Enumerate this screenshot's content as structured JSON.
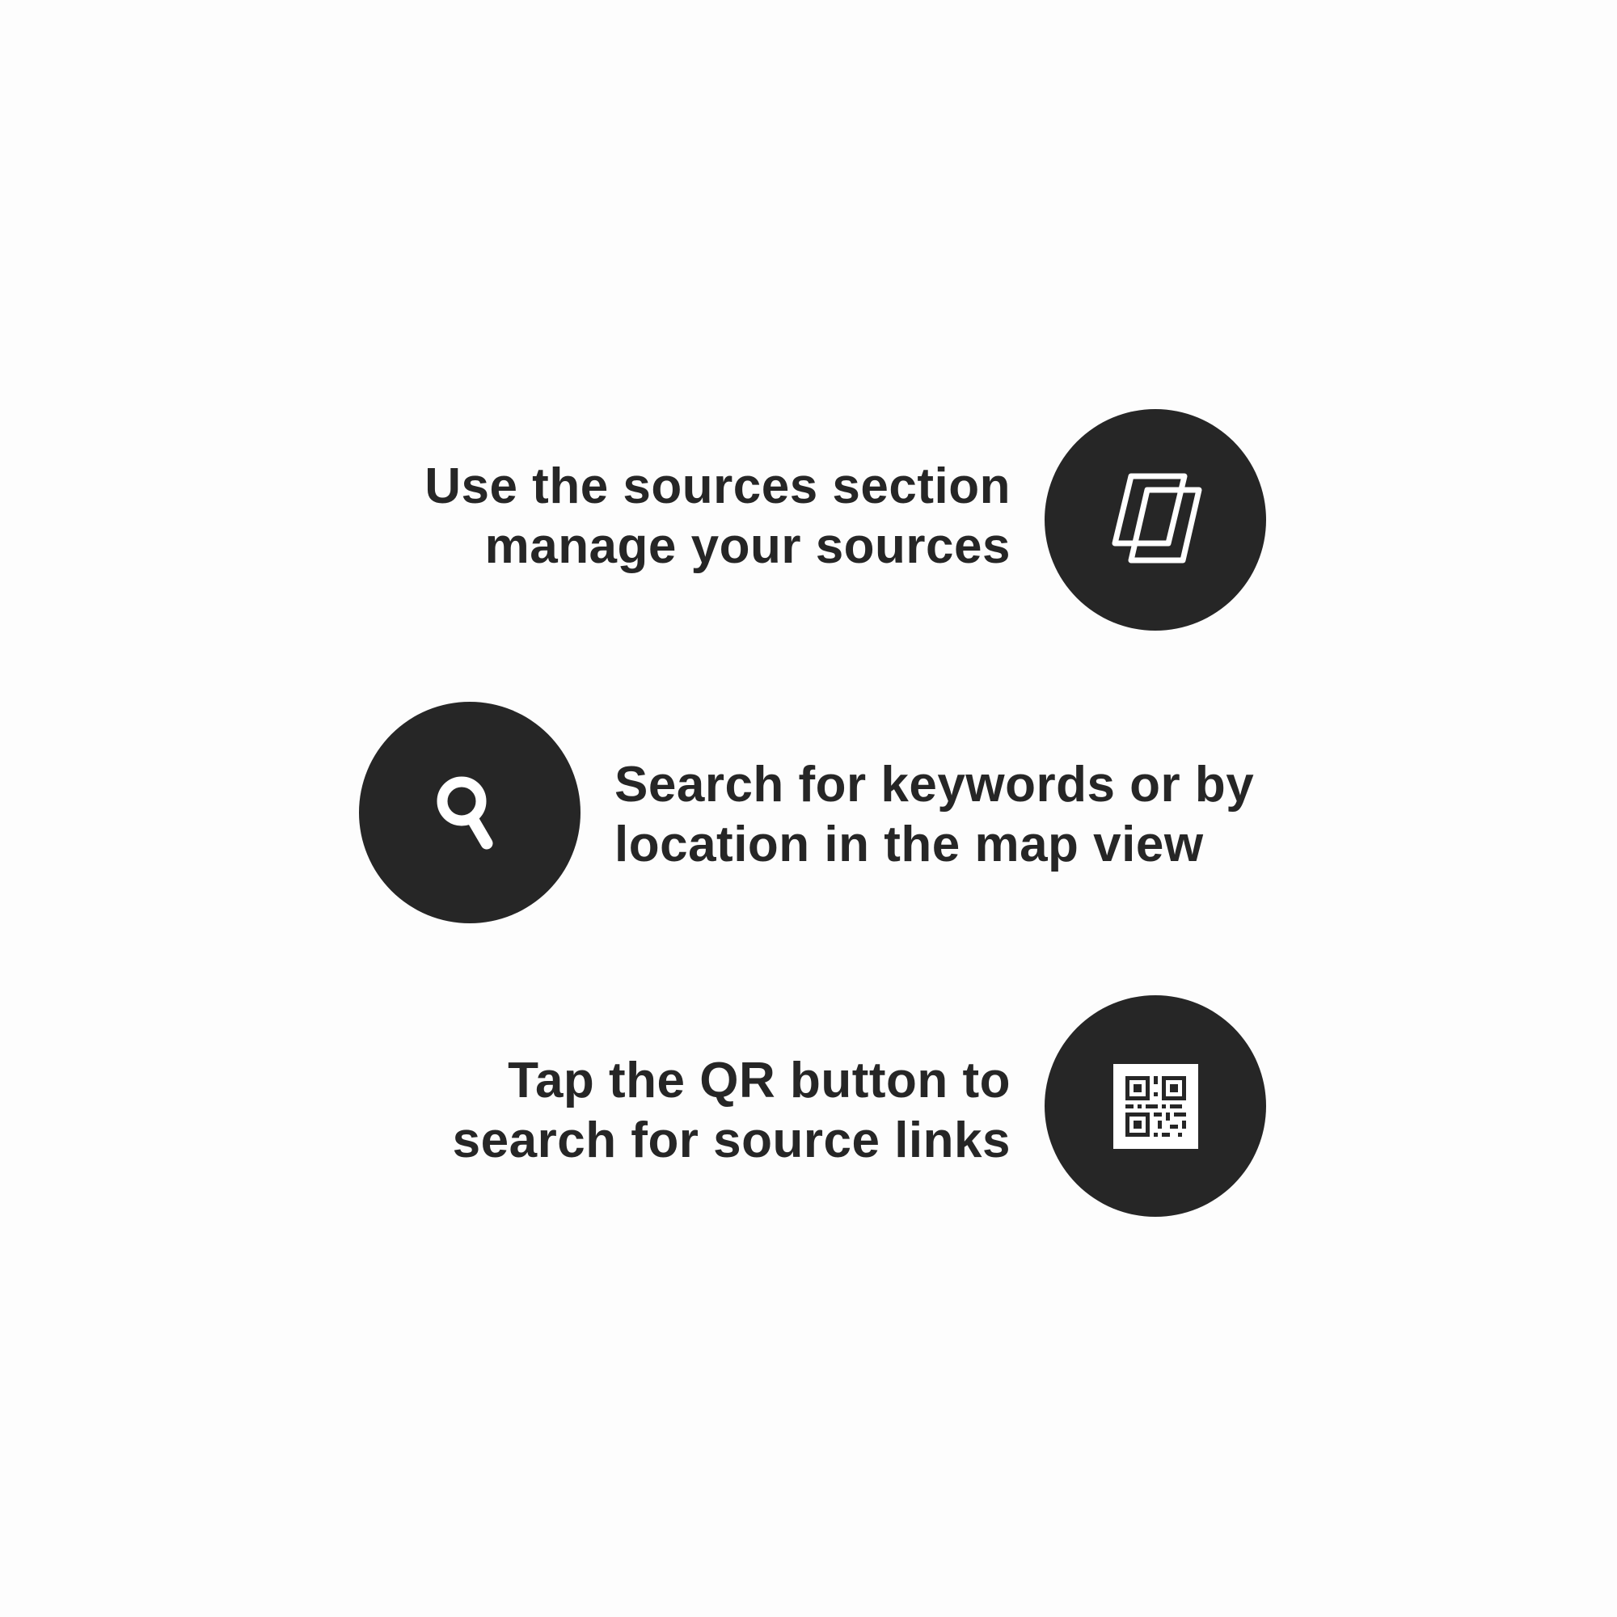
{
  "tips": [
    {
      "icon": "sources-icon",
      "lines": [
        "Use the sources section",
        "manage your sources"
      ]
    },
    {
      "icon": "search-icon",
      "lines": [
        "Search for keywords or by",
        "location in the map view"
      ]
    },
    {
      "icon": "qr-code-icon",
      "lines": [
        "Tap the QR button to",
        "search for source links"
      ]
    }
  ],
  "colors": {
    "background": "#fdfdfd",
    "circle": "#262626",
    "text": "#262626",
    "icon": "#ffffff"
  }
}
